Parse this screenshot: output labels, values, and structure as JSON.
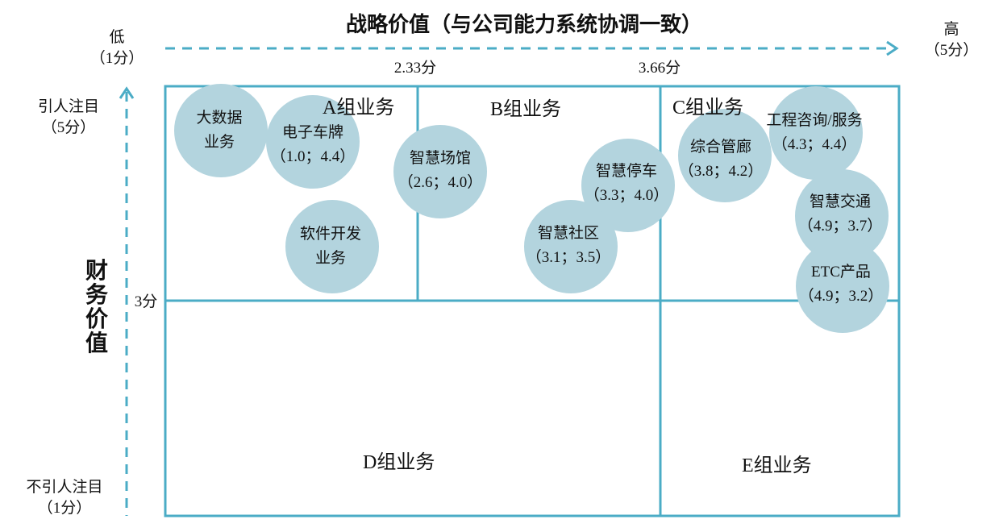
{
  "title": "战略价值（与公司能力系统协调一致）",
  "x_axis": {
    "low_label": "低",
    "low_score": "（1分）",
    "high_label": "高",
    "high_score": "（5分）",
    "thresholds": [
      "2.33分",
      "3.66分"
    ]
  },
  "y_axis": {
    "label": "财务价值",
    "high_label": "引人注目",
    "high_score": "（5分）",
    "low_label": "不引人注目",
    "low_score": "（1分）",
    "threshold": "3分"
  },
  "groups": [
    "A组业务",
    "B组业务",
    "C组业务",
    "D组业务",
    "E组业务"
  ],
  "bubbles": [
    {
      "name": "大数据",
      "name2": "业务",
      "score": ""
    },
    {
      "name": "电子车牌",
      "score": "（1.0；4.4）"
    },
    {
      "name": "智慧场馆",
      "score": "（2.6；4.0）"
    },
    {
      "name": "软件开发",
      "name2": "业务",
      "score": ""
    },
    {
      "name": "智慧停车",
      "score": "（3.3；4.0）"
    },
    {
      "name": "智慧社区",
      "score": "（3.1；3.5）"
    },
    {
      "name": "综合管廊",
      "score": "（3.8；4.2）"
    },
    {
      "name": "工程咨询/服务",
      "score": "（4.3；4.4）"
    },
    {
      "name": "智慧交通",
      "score": "（4.9；3.7）"
    },
    {
      "name": "ETC产品",
      "score": "（4.9；3.2）"
    }
  ],
  "colors": {
    "line": "#4bacc6",
    "bubble": "#b3d4de"
  }
}
